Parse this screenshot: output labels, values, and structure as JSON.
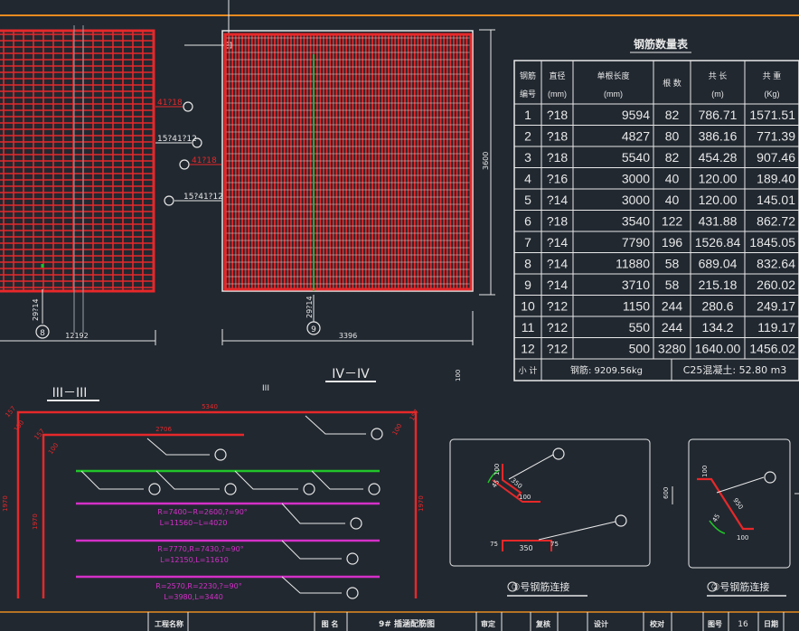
{
  "table": {
    "title": "钢筋数量表",
    "headers": [
      [
        "钢筋",
        "编号"
      ],
      [
        "直径",
        "(mm)"
      ],
      [
        "单根长度",
        "(mm)"
      ],
      [
        "根 数",
        ""
      ],
      [
        "共 长",
        "(m)"
      ],
      [
        "共 重",
        "(Kg)"
      ]
    ],
    "rows": [
      [
        "1",
        "?18",
        "9594",
        "82",
        "786.71",
        "1571.51"
      ],
      [
        "2",
        "?18",
        "4827",
        "80",
        "386.16",
        "771.39"
      ],
      [
        "3",
        "?18",
        "5540",
        "82",
        "454.28",
        "907.46"
      ],
      [
        "4",
        "?16",
        "3000",
        "40",
        "120.00",
        "189.40"
      ],
      [
        "5",
        "?14",
        "3000",
        "40",
        "120.00",
        "145.01"
      ],
      [
        "6",
        "?18",
        "3540",
        "122",
        "431.88",
        "862.72"
      ],
      [
        "7",
        "?14",
        "7790",
        "196",
        "1526.84",
        "1845.05"
      ],
      [
        "8",
        "?14",
        "11880",
        "58",
        "689.04",
        "832.64"
      ],
      [
        "9",
        "?14",
        "3710",
        "58",
        "215.18",
        "260.02"
      ],
      [
        "10",
        "?12",
        "1150",
        "244",
        "280.6",
        "249.17"
      ],
      [
        "11",
        "?12",
        "550",
        "244",
        "134.2",
        "119.17"
      ],
      [
        "12",
        "?12",
        "500",
        "3280",
        "1640.00",
        "1456.02"
      ]
    ],
    "subtotal_label": "小 计",
    "steel_total": "钢筋: 9209.56kg",
    "concrete_total": "C25混凝土: 52.80 m3"
  },
  "plan": {
    "callout_1": "41?18",
    "callout_2": "15?41?12",
    "callout_3": "41?18",
    "callout_4": "15?41?12",
    "left_spacing": "29?14",
    "left_mark": "8",
    "left_width": "12192",
    "right_spacing": "29?14",
    "right_mark": "9",
    "right_width": "3396",
    "right_height": "3600"
  },
  "section3": {
    "title": "III－III",
    "dim_top": "5340",
    "dim_mid": "2706",
    "dim_left_a": "100",
    "dim_left_b": "100",
    "dim_left_c": "157",
    "dim_left_d": "157",
    "dim_left_h1": "1970",
    "dim_left_h2": "1970",
    "dim_right_a": "157",
    "dim_right_b": "100",
    "dim_right_h": "1970",
    "note_1a": "R=7400~R=2600,?=90°",
    "note_1b": "L=11560~L=4020",
    "note_2a": "R=7770,R=7430,?=90°",
    "note_2b": "L=12150,L=11610",
    "note_3a": "R=2570,R=2230,?=90°",
    "note_3b": "L=3980,L=3440"
  },
  "section4": {
    "title": "IV－IV",
    "small_mark": "III",
    "dim_100": "100"
  },
  "detail1": {
    "caption": "①号钢筋连接",
    "d_100a": "100",
    "d_350a": "350",
    "d_45": "45",
    "d_100b": "100",
    "d_75a": "75",
    "d_350b": "350",
    "d_75b": "75"
  },
  "detail2": {
    "caption": "②号钢筋连接",
    "d_600": "600",
    "d_100a": "100",
    "d_950": "950",
    "d_45": "45",
    "d_100b": "100"
  },
  "titlebar": {
    "project_label": "工程名称",
    "drawing_label": "图 名",
    "drawing_name": "9# 插涵配筋图",
    "review_label": "审定",
    "check_label": "复核",
    "design_label": "设计",
    "proof_label": "校对",
    "number_label": "图号",
    "number_value": "16",
    "date_label": "日期"
  },
  "colors": {
    "background": "#212830",
    "rebar_red": "#e6282a",
    "rebar_green": "#22c42a",
    "rebar_magenta": "#d430c8",
    "frame_orange": "#e88a20",
    "line_white": "#e8e8e8"
  }
}
